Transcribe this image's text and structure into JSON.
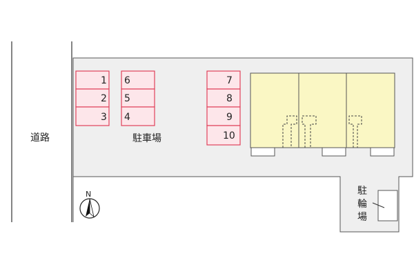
{
  "road": {
    "label": "道路"
  },
  "parking": {
    "label": "駐車場",
    "slots_left_col": [
      "1",
      "2",
      "3"
    ],
    "slots_mid_col": [
      "6",
      "5",
      "4"
    ],
    "slots_right_col": [
      "7",
      "8",
      "9",
      "10"
    ],
    "slot_fill": "#fde6ea",
    "slot_stroke": "#e0415a"
  },
  "bicycle_parking": {
    "label_chars": [
      "駐",
      "輪",
      "場"
    ]
  },
  "compass": {
    "label": "N"
  },
  "lot": {
    "fill": "#efefef",
    "stroke": "#555555"
  },
  "building": {
    "unit_count": 3,
    "fill": "#faf7c4",
    "stroke": "#555555"
  }
}
